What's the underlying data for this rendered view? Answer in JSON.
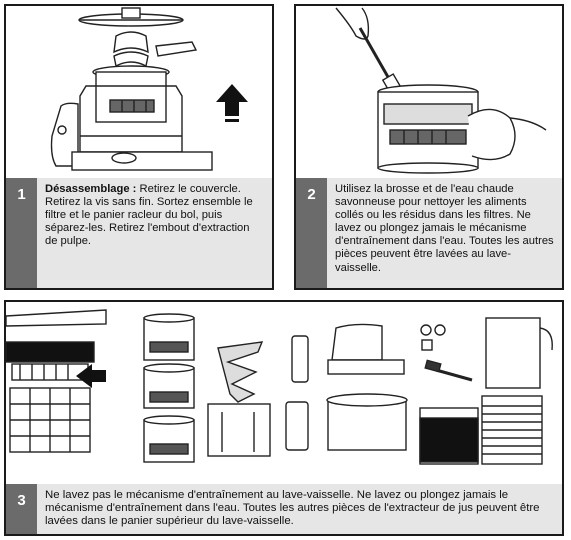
{
  "steps": [
    {
      "number": "1",
      "title": "Désassemblage :",
      "text": "Retirez le couvercle. Retirez la vis sans fin. Sortez ensemble le filtre et le panier racleur du bol, puis séparez-les. Retirez l'embout d'extraction de pulpe."
    },
    {
      "number": "2",
      "text": "Utilisez la brosse et de l'eau chaude savonneuse pour nettoyer les aliments collés ou les résidus dans les filtres. Ne lavez ou plongez jamais le mécanisme d'entraînement dans l'eau. Toutes les autres pièces peuvent être lavées au lave-vaisselle."
    },
    {
      "number": "3",
      "text": "Ne lavez pas le mécanisme d'entraînement au lave-vaisselle. Ne lavez ou plongez jamais le mécanisme d'entraînement dans l'eau. Toutes les autres pièces de l'extracteur de jus peuvent être lavées dans le panier supérieur du lave-vaisselle."
    }
  ],
  "colors": {
    "border": "#1a1a1a",
    "caption_bg": "#e6e6e6",
    "number_bg": "#6b6b6b"
  }
}
